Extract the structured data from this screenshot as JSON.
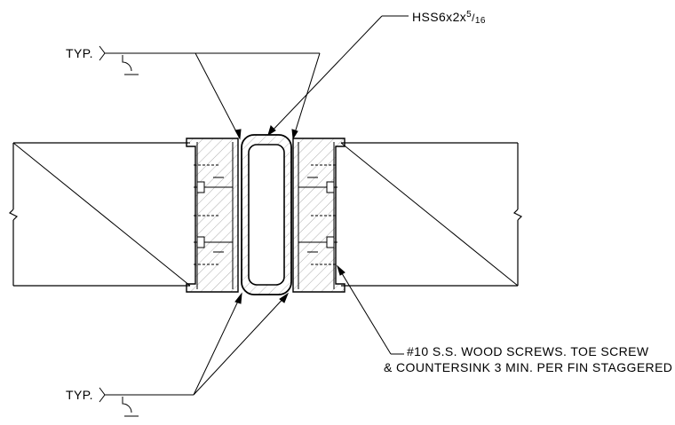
{
  "labels": {
    "member": "HSS6x2x",
    "member_frac_num": "5",
    "member_frac_den": "16",
    "typ_top": "TYP.",
    "typ_bottom": "TYP.",
    "screws_line1": "#10 S.S. WOOD SCREWS. TOE SCREW",
    "screws_line2": "& COUNTERSINK 3 MIN. PER FIN STAGGERED"
  }
}
